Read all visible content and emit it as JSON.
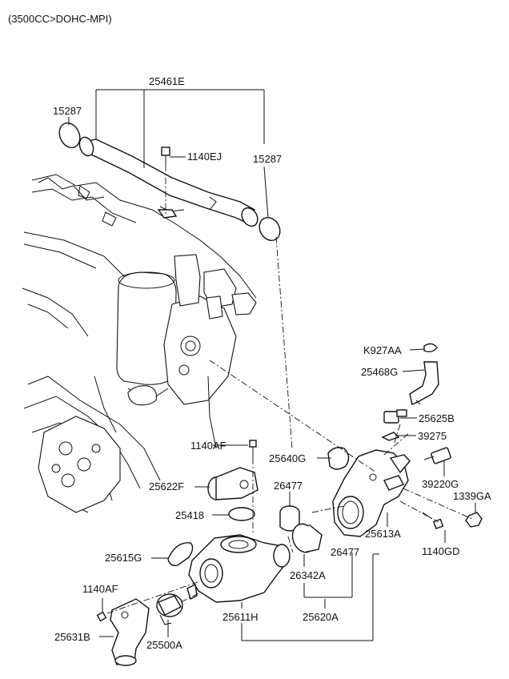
{
  "header": {
    "engine_spec": "(3500CC>DOHC-MPI)"
  },
  "labels": {
    "p25461E": "25461E",
    "p15287_left": "15287",
    "p15287_right": "15287",
    "p1140EJ": "1140EJ",
    "pK927AA": "K927AA",
    "p25468G": "25468G",
    "p25625B": "25625B",
    "p39275": "39275",
    "p25640G": "25640G",
    "p1140AF_top": "1140AF",
    "p39220G": "39220G",
    "p26477_top": "26477",
    "p25622F": "25622F",
    "p1339GA": "1339GA",
    "p25418": "25418",
    "p25613A": "25613A",
    "p1140GD": "1140GD",
    "p25615G": "25615G",
    "p26477_bottom": "26477",
    "p26342A": "26342A",
    "p1140AF_bottom": "1140AF",
    "p25611H": "25611H",
    "p25620A": "25620A",
    "p25631B": "25631B",
    "p25500A": "25500A"
  }
}
